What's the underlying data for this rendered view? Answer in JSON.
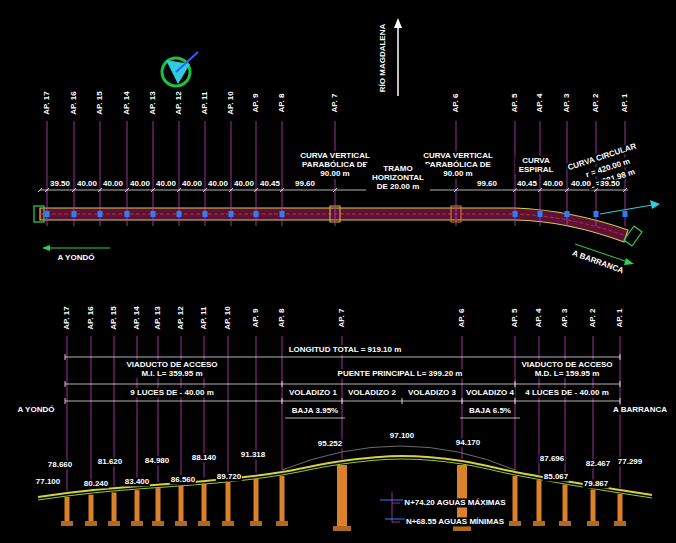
{
  "diagram": {
    "labels": [
      "AP. 17",
      "AP. 16",
      "AP. 15",
      "AP. 14",
      "AP. 13",
      "AP. 12",
      "AP. 11",
      "AP. 10",
      "AP. 9",
      "AP. 8",
      "AP. 7",
      "AP. 6",
      "AP. 5",
      "AP. 4",
      "AP. 3",
      "AP. 2",
      "AP. 1",
      "RÍO MAGDALENA",
      "CURVA VERTICAL PARABÓLICA DE 90.00 m",
      "CURVA VERTICAL PARABÓLICA DE 90.00 m",
      "TRAMO HORIZONTAL DE 20.00 m",
      "CURVA ESPIRAL",
      "CURVA CIRCULAR",
      "r = 420.00 m",
      "L = 281.98 m",
      "39.50",
      "40.00",
      "40.00",
      "40.00",
      "40.00",
      "40.00",
      "40.00",
      "40.00",
      "40.45",
      "99.60",
      "99.60",
      "40.45",
      "40.00",
      "40.00",
      "39.50",
      "A YONDÓ",
      "A BARRANCA",
      "AP. 17",
      "AP. 16",
      "AP. 15",
      "AP. 14",
      "AP. 13",
      "AP. 12",
      "AP. 11",
      "AP. 10",
      "AP. 9",
      "AP. 8",
      "AP. 7",
      "AP. 6",
      "AP. 5",
      "AP. 4",
      "AP. 3",
      "AP. 2",
      "AP. 1",
      "LONGITUD TOTAL = 919.10 m",
      "VIADUCTO DE ACCESO M.I. L= 359.95 m",
      "PUENTE PRINCIPAL L= 399.20 m",
      "VIADUCTO DE ACCESO M.D. L= 159.95 m",
      "9 LUCES DE - 40.00 m",
      "VOLADIZO 1",
      "VOLADIZO 2",
      "VOLADIZO 3",
      "VOLADIZO 4",
      "4 LUCES DE - 40.00 m",
      "BAJA 3.95%",
      "BAJA 6.5%",
      "A YONDÓ",
      "A BARRANCA",
      "78.660",
      "77.100",
      "81.620",
      "80.240",
      "84.980",
      "83.400",
      "88.140",
      "86.560",
      "91.318",
      "89.720",
      "95.252",
      "97.100",
      "94.170",
      "87.696",
      "85.067",
      "82.467",
      "79.867",
      "77.299",
      "N+74.20 AGUAS MÁXIMAS",
      "N+68.55 AGUAS MÍNIMAS"
    ]
  }
}
